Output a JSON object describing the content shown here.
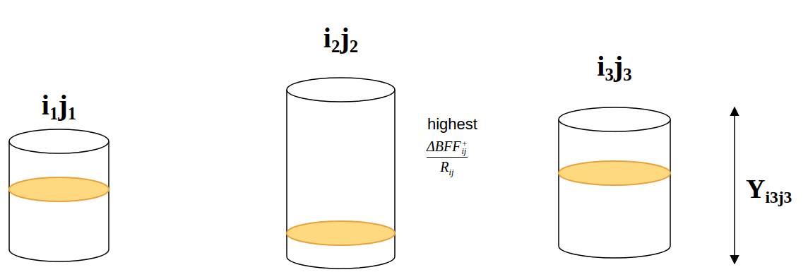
{
  "diagram": {
    "nodes": [
      {
        "text": [
          "i1j1"
        ]
      },
      {
        "text": [
          "i2j2"
        ]
      },
      {
        "text": [
          "i3j3"
        ]
      }
    ],
    "labels": [
      "highest",
      "ΔBFF+ij",
      "Rij",
      "Yi3j3"
    ]
  }
}
